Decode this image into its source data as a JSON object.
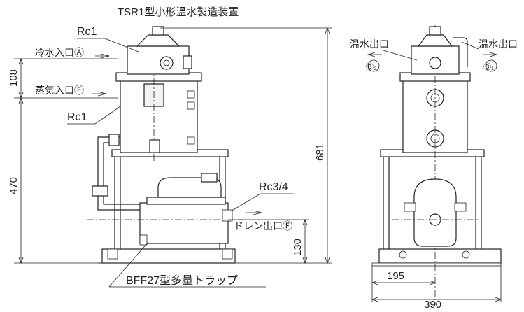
{
  "title": "TSR1型小形温水製造装置",
  "labels": {
    "rc1_top": "Rc1",
    "cold_inlet": "冷水入口Ⓐ",
    "steam_inlet": "蒸気入口Ⓔ",
    "rc1_mid": "Rc1",
    "rc34": "Rc3/4",
    "drain_outlet": "ドレン出口Ⓕ",
    "trap": "BFF27型多量トラップ",
    "hot_outlet_left": "温水出口",
    "hot_outlet_left_mark": "Ⓑ₂",
    "hot_outlet_right": "温水出口",
    "hot_outlet_right_mark": "Ⓑ₁"
  },
  "dimensions": {
    "d108": "108",
    "d470": "470",
    "d681": "681",
    "d130": "130",
    "d195": "195",
    "d390": "390"
  }
}
